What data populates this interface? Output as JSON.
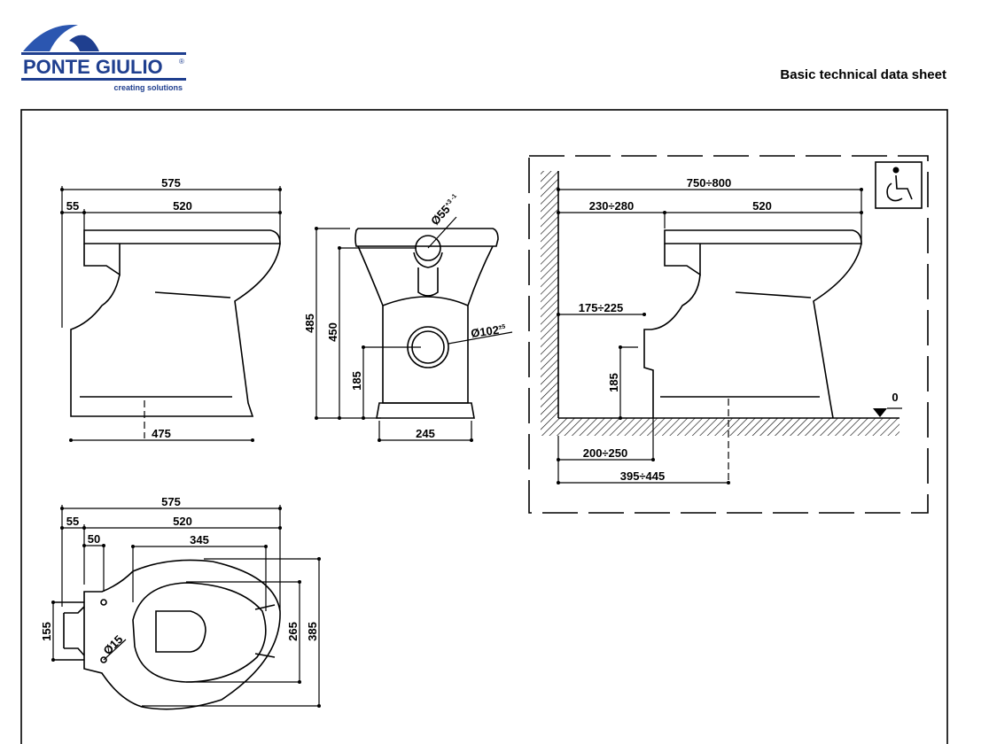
{
  "header": {
    "brand": "PONTE GIULIO",
    "registered_mark": "®",
    "tagline": "creating solutions",
    "title": "Basic technical data sheet",
    "brand_color": "#1f3f8f"
  },
  "side_view": {
    "overall": "575",
    "rear": "55",
    "depth": "520",
    "base": "475"
  },
  "front_view": {
    "height_total": "485",
    "height_rim": "450",
    "outlet_height": "185",
    "base_width": "245",
    "inlet_diameter": "Ø55",
    "inlet_tol": "+3 -1",
    "outlet_diameter": "Ø102",
    "outlet_tol": "±5"
  },
  "installation": {
    "icon": "wheelchair-accessible-icon",
    "wall_to_front": "750÷800",
    "wall_to_rear": "230÷280",
    "depth": "520",
    "wall_to_outlet_top": "175÷225",
    "outlet_height": "185",
    "wall_to_base": "200÷250",
    "wall_to_center": "395÷445",
    "floor_level": "0"
  },
  "plan_view": {
    "overall": "575",
    "rear": "55",
    "depth": "520",
    "hinge_offset": "50",
    "seat_opening": "345",
    "inner_width": "265",
    "outer_width": "385",
    "hinge_spacing": "155",
    "hinge_hole": "Ø15"
  }
}
